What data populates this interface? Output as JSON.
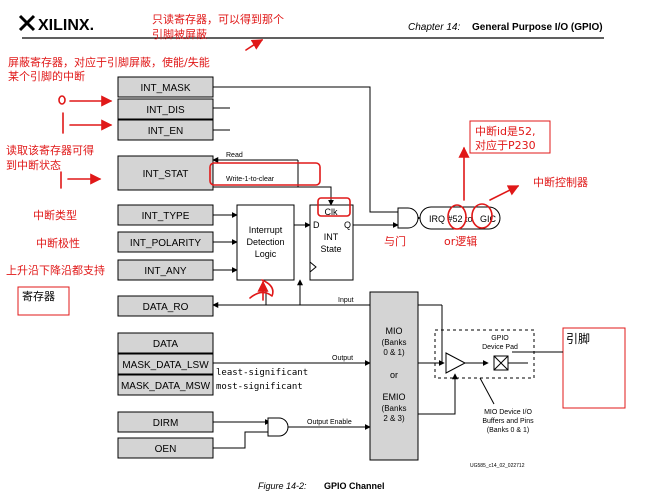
{
  "header": {
    "logo_text": "XILINX.",
    "chapter_label": "Chapter 14:",
    "chapter_title": "General Purpose I/O (GPIO)"
  },
  "registers": {
    "int_mask": "INT_MASK",
    "int_dis": "INT_DIS",
    "int_en": "INT_EN",
    "int_stat": "INT_STAT",
    "int_type": "INT_TYPE",
    "int_polarity": "INT_POLARITY",
    "int_any": "INT_ANY",
    "data_ro": "DATA_RO",
    "data": "DATA",
    "mask_data_lsw": "MASK_DATA_LSW",
    "mask_data_msw": "MASK_DATA_MSW",
    "dirm": "DIRM",
    "oen": "OEN"
  },
  "blocks": {
    "interrupt_detection": [
      "Interrupt",
      "Detection",
      "Logic"
    ],
    "int_state": {
      "clk": "Clk",
      "d": "D",
      "q": "Q",
      "label": [
        "INT",
        "State"
      ]
    },
    "irq": {
      "prefix": "IRQ #52 to",
      "gic": "GIC"
    },
    "mio": [
      "MIO",
      "(Banks",
      "0 & 1)",
      "or",
      "EMIO",
      "(Banks",
      "2 & 3)"
    ],
    "gpio_pad": [
      "GPIO",
      "Device Pad"
    ],
    "mio_buffers": [
      "MIO Device I/O",
      "Buffers and Pins",
      "(Banks 0 & 1)"
    ]
  },
  "signals": {
    "read": "Read",
    "write_to_clear": "Write-1-to-clear",
    "input": "Input",
    "output": "Output",
    "output_enable": "Output Enable"
  },
  "annotations": {
    "readonly": [
      "只读寄存器，可以得到那个",
      "引脚被屏蔽"
    ],
    "mask": [
      "屏蔽寄存器，对应于引脚屏蔽，使能/失能",
      "某个引脚的中断"
    ],
    "read_stat": [
      "读取该寄存器可得",
      "到中断状态"
    ],
    "int_type": "中断类型",
    "int_polarity": "中断极性",
    "int_any": "上升沿下降沿都支持",
    "register": "寄存器",
    "and_gate": "与门",
    "or_logic": "or逻辑",
    "int_id": [
      "中断id是52,",
      "对应于P230"
    ],
    "int_controller": "中断控制器",
    "pin": "引脚",
    "lsw_note": "least-significant",
    "msw_note": "most-significant"
  },
  "footer": {
    "part_code": "UG585_c14_02_022712",
    "figure_label": "Figure 14-2:",
    "figure_title": "GPIO Channel"
  },
  "colors": {
    "annotation": "#e01818",
    "register_fill": "#d4d4d4",
    "mio_fill": "#d4d4d4"
  }
}
